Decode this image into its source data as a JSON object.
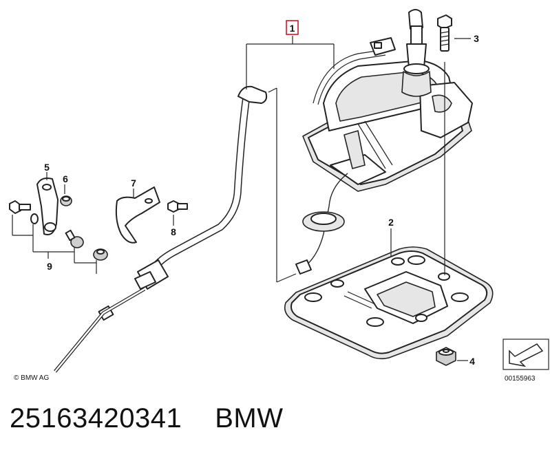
{
  "callouts": {
    "c1": "1",
    "c2": "2",
    "c3": "3",
    "c4": "4",
    "c5": "5",
    "c6": "6",
    "c7": "7",
    "c8": "8",
    "c9": "9"
  },
  "copyright": "© BMW AG",
  "image_number": "00155963",
  "caption": {
    "part_number": "25163420341",
    "brand": "BMW"
  },
  "colors": {
    "line": "#222222",
    "callout_box": "#d0021b",
    "background": "#ffffff"
  },
  "icons": {
    "direction_badge": "arrow-badge-icon"
  }
}
